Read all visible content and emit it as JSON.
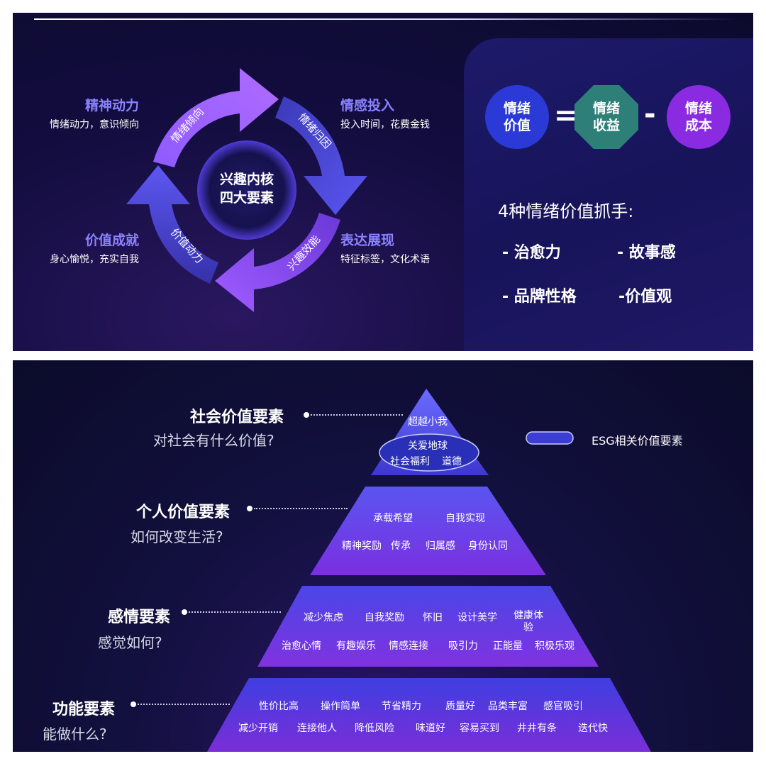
{
  "cycle": {
    "center": "兴趣内核\n四大要素",
    "arrows": [
      "情绪倾向",
      "情绪归因",
      "兴趣效能",
      "价值动力"
    ],
    "quadrants": [
      {
        "title": "精神动力",
        "sub": "情绪动力，意识倾向"
      },
      {
        "title": "情感投入",
        "sub": "投入时间，花费金钱"
      },
      {
        "title": "价值成就",
        "sub": "身心愉悦，充实自我"
      },
      {
        "title": "表达展现",
        "sub": "特征标签，文化术语"
      }
    ]
  },
  "equation": {
    "value": "情绪\n价值",
    "equals": "=",
    "income": "情绪\n收益",
    "minus": "-",
    "cost": "情绪\n成本",
    "colors": {
      "value": "#2b3ad6",
      "income": "#2e7f78",
      "cost": "#8a2be2"
    }
  },
  "handles": {
    "heading": "4种情绪价值抓手:",
    "items": [
      "- 治愈力",
      "- 故事感",
      "- 品牌性格",
      "-价值观"
    ]
  },
  "pyramid": {
    "legend": "ESG相关价值要素",
    "levels": [
      {
        "title": "社会价值要素",
        "question": "对社会有什么价值?",
        "tags": [
          "超越小我",
          "关爱地球",
          "社会福利",
          "道德"
        ]
      },
      {
        "title": "个人价值要素",
        "question": "如何改变生活?",
        "tags": [
          "承载希望",
          "自我实现",
          "精神奖励",
          "传承",
          "归属感",
          "身份认同"
        ]
      },
      {
        "title": "感情要素",
        "question": "感觉如何?",
        "tags": [
          "减少焦虑",
          "自我奖励",
          "怀旧",
          "设计美学",
          "健康体\n验",
          "治愈心情",
          "有趣娱乐",
          "情感连接",
          "吸引力",
          "正能量",
          "积极乐观"
        ]
      },
      {
        "title": "功能要素",
        "question": "能做什么?",
        "tags": [
          "性价比高",
          "操作简单",
          "节省精力",
          "质量好",
          "品类丰富",
          "感官吸引",
          "减少开销",
          "连接他人",
          "降低风险",
          "味道好",
          "容易买到",
          "井井有条",
          "迭代快"
        ]
      }
    ]
  }
}
